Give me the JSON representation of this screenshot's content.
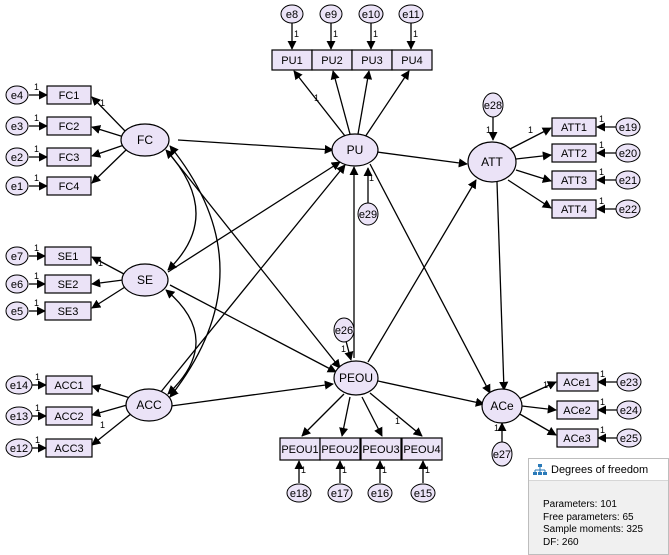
{
  "latents": {
    "FC": "FC",
    "SE": "SE",
    "ACC": "ACC",
    "PU": "PU",
    "PEOU": "PEOU",
    "ATT": "ATT",
    "ACe": "ACe"
  },
  "indicators": {
    "FC1": "FC1",
    "FC2": "FC2",
    "FC3": "FC3",
    "FC4": "FC4",
    "SE1": "SE1",
    "SE2": "SE2",
    "SE3": "SE3",
    "ACC1": "ACC1",
    "ACC2": "ACC2",
    "ACC3": "ACC3",
    "PU1": "PU1",
    "PU2": "PU2",
    "PU3": "PU3",
    "PU4": "PU4",
    "PEOU1": "PEOU1",
    "PEOU2": "PEOU2",
    "PEOU3": "PEOU3",
    "PEOU4": "PEOU4",
    "ATT1": "ATT1",
    "ATT2": "ATT2",
    "ATT3": "ATT3",
    "ATT4": "ATT4",
    "ACe1": "ACe1",
    "ACe2": "ACe2",
    "ACe3": "ACe3"
  },
  "errors": {
    "e1": "e1",
    "e2": "e2",
    "e3": "e3",
    "e4": "e4",
    "e5": "e5",
    "e6": "e6",
    "e7": "e7",
    "e8": "e8",
    "e9": "e9",
    "e10": "e10",
    "e11": "e11",
    "e12": "e12",
    "e13": "e13",
    "e14": "e14",
    "e15": "e15",
    "e16": "e16",
    "e17": "e17",
    "e18": "e18",
    "e19": "e19",
    "e20": "e20",
    "e21": "e21",
    "e22": "e22",
    "e23": "e23",
    "e24": "e24",
    "e25": "e25",
    "e26": "e26",
    "e27": "e27",
    "e28": "e28",
    "e29": "e29"
  },
  "fixed_loading": "1",
  "dof_panel": {
    "title": "Degrees of freedom",
    "icon": "hierarchy-icon",
    "lines": [
      "Parameters: 101",
      "Free parameters: 65",
      "Sample moments: 325",
      "DF: 260"
    ]
  }
}
